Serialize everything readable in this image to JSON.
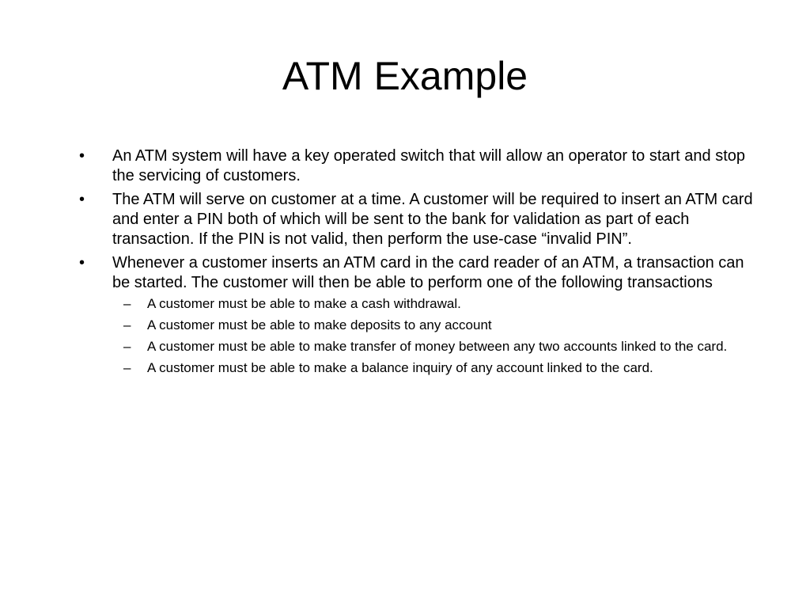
{
  "slide": {
    "title": "ATM Example",
    "bullets": [
      {
        "marker": "•",
        "text": "An ATM system will have a key operated switch that will allow an operator to start and stop the servicing of customers."
      },
      {
        "marker": "•",
        "text": "The ATM will serve on customer at a time. A customer will be required to insert an ATM card and enter a PIN both of which will be sent to the bank for validation as part of each transaction. If the PIN is not valid, then perform the use-case “invalid PIN”."
      },
      {
        "marker": "•",
        "text": "Whenever a customer inserts an ATM card in the card reader of an ATM, a transaction can be started. The customer will then be able to perform one of the  following transactions",
        "sub": [
          {
            "marker": "–",
            "text": "A customer must be able to make a cash withdrawal."
          },
          {
            "marker": "–",
            "text": "A customer must be able to make deposits to any account"
          },
          {
            "marker": "–",
            "text": "A customer must be able to make transfer of money between any two accounts linked to the card."
          },
          {
            "marker": "–",
            "text": "A customer must be able to make a balance inquiry of any account linked to the card."
          }
        ]
      }
    ]
  }
}
